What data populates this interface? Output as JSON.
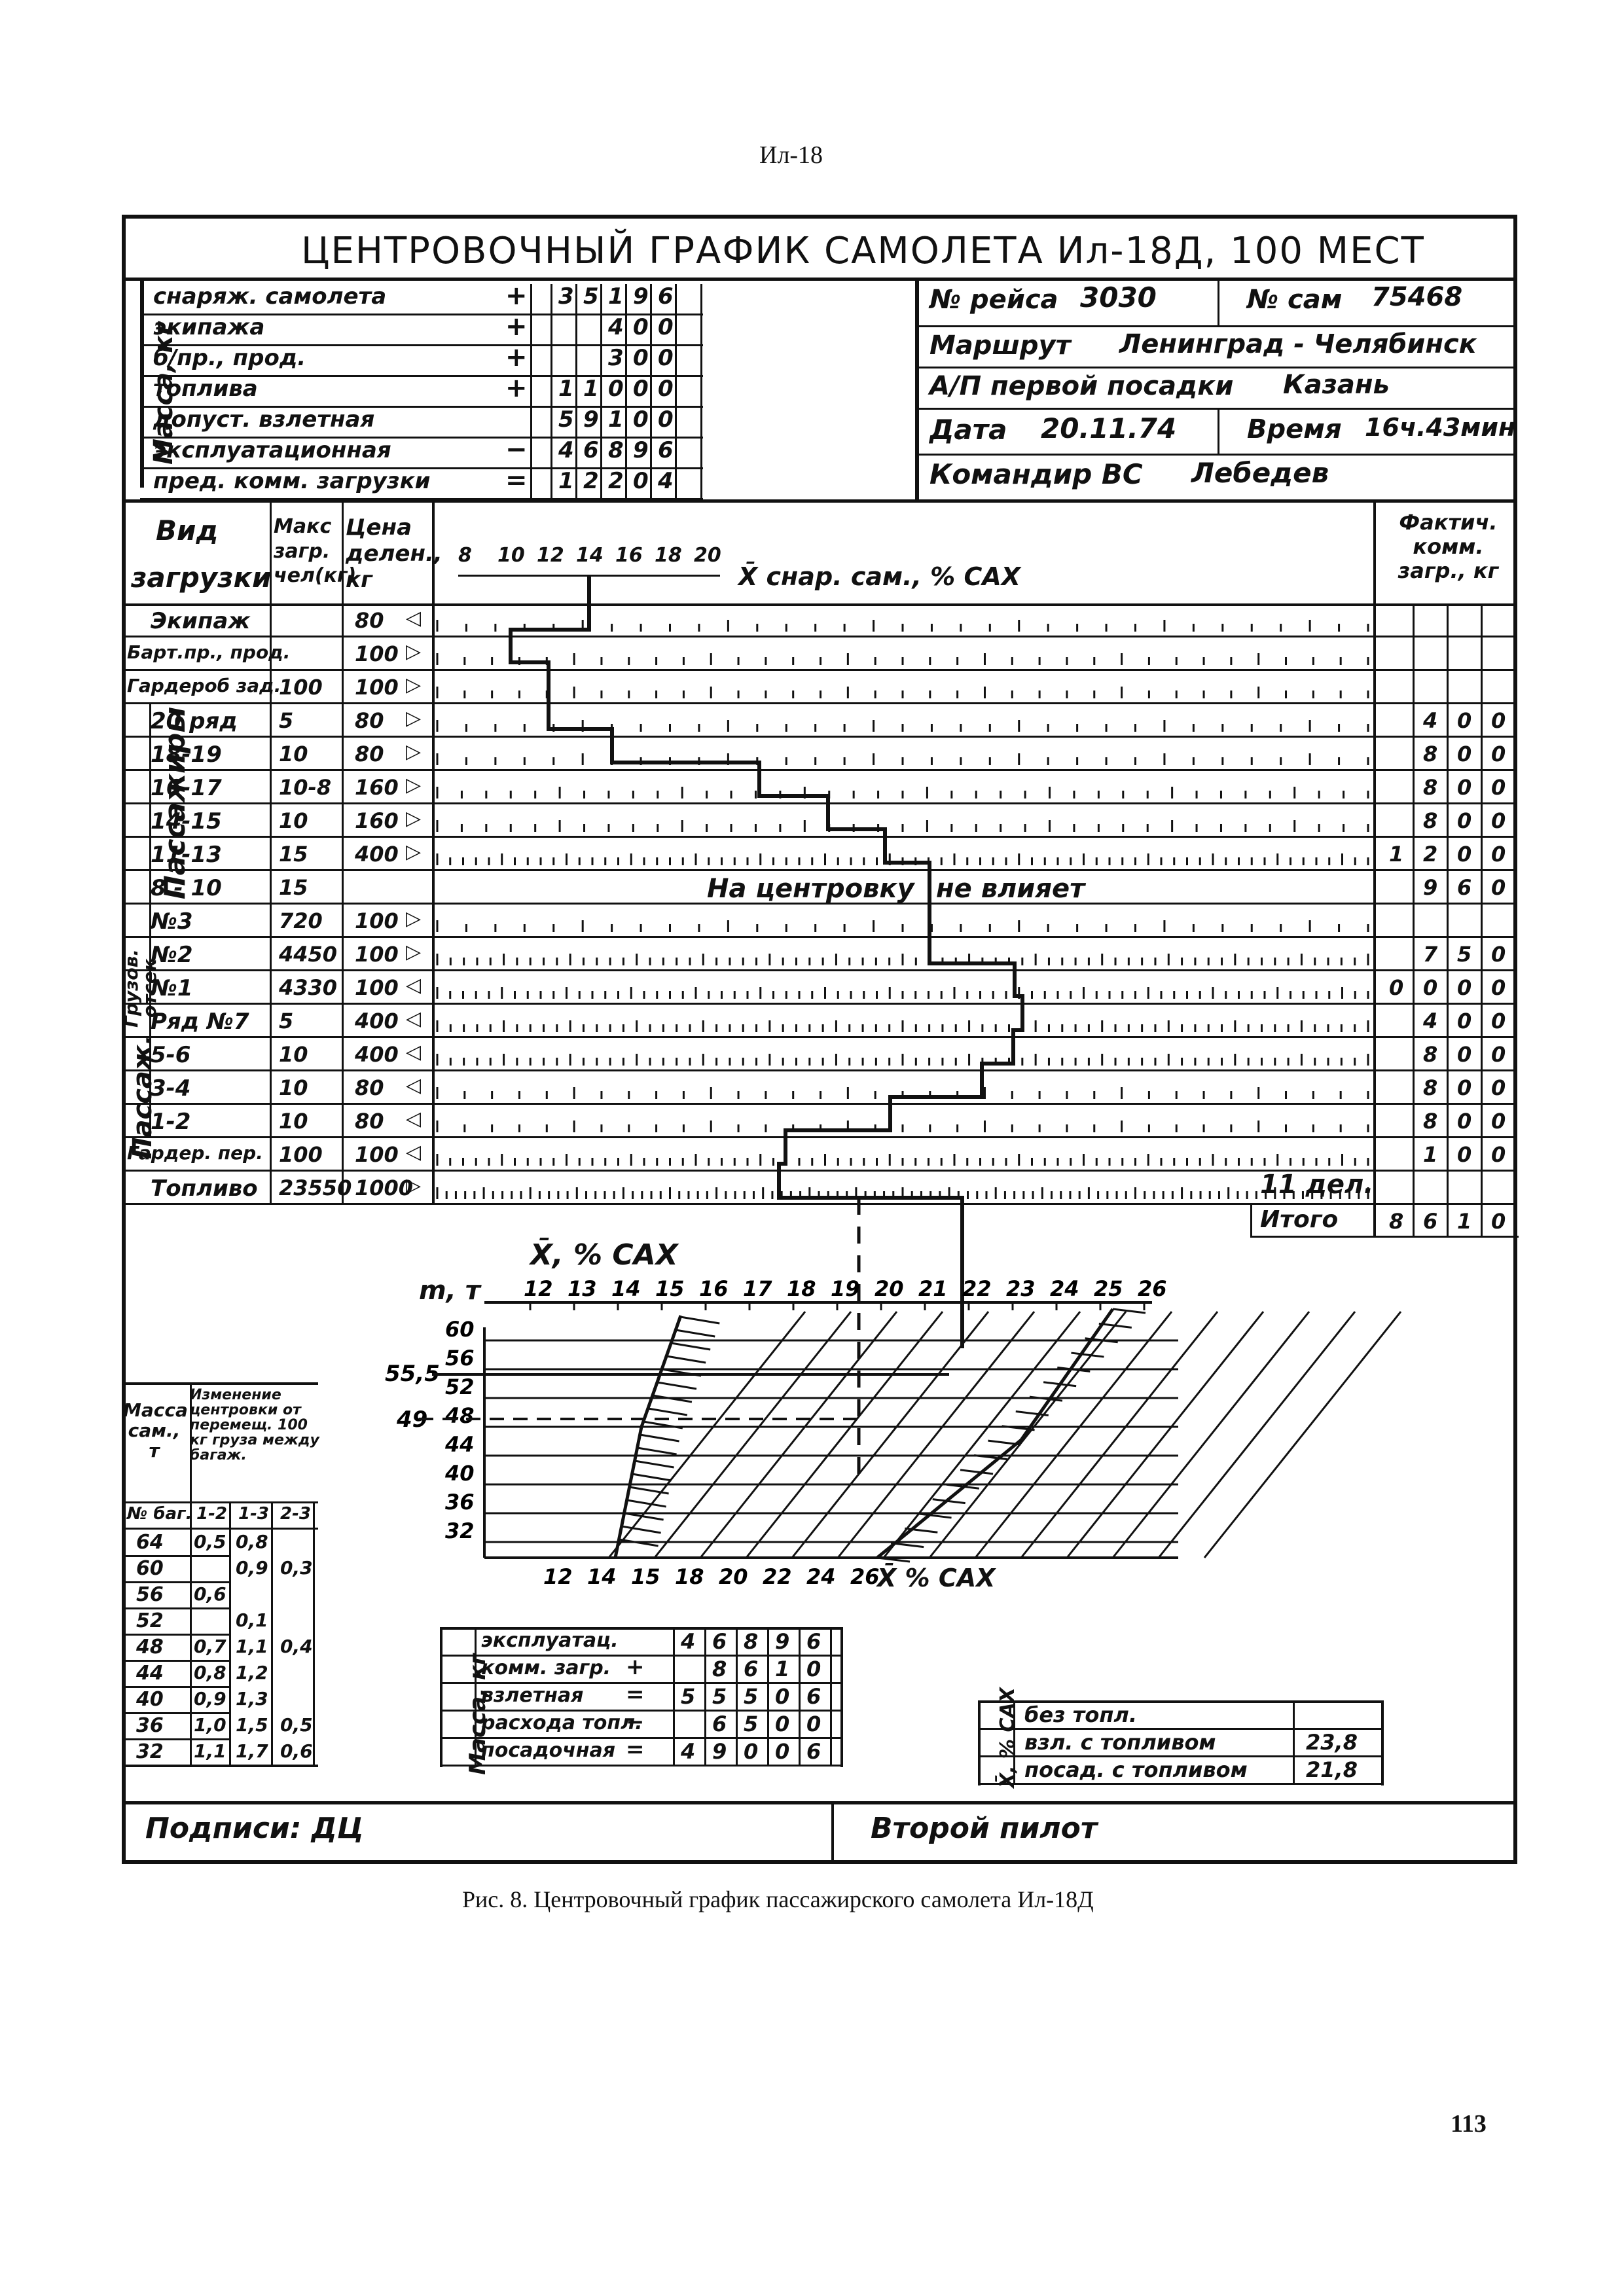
{
  "page_header": "Ил-18",
  "title": "ЦЕНТРОВОЧНЫЙ ГРАФИК САМОЛЕТА Ил-18Д, 100 МЕСТ",
  "mass_block": {
    "side_label": "Масса, кг",
    "rows": [
      {
        "label": "снаряж. самолета",
        "sign": "+",
        "digits": [
          "3",
          "5",
          "1",
          "9",
          "6"
        ]
      },
      {
        "label": "экипажа",
        "sign": "+",
        "digits": [
          "",
          "",
          "4",
          "0",
          "0"
        ]
      },
      {
        "label": "б/пр., прод.",
        "sign": "+",
        "digits": [
          "",
          "",
          "3",
          "0",
          "0"
        ]
      },
      {
        "label": "топлива",
        "sign": "+",
        "digits": [
          "1",
          "1",
          "0",
          "0",
          "0"
        ]
      },
      {
        "label": "допуст. взлетная",
        "sign": "",
        "digits": [
          "5",
          "9",
          "1",
          "0",
          "0"
        ]
      },
      {
        "label": "эксплуатационная",
        "sign": "−",
        "digits": [
          "4",
          "6",
          "8",
          "9",
          "6"
        ]
      },
      {
        "label": "пред. комм. загрузки",
        "sign": "=",
        "digits": [
          "1",
          "2",
          "2",
          "0",
          "4"
        ]
      }
    ]
  },
  "flight_info": {
    "flight_label": "№ рейса",
    "flight_value": "3030",
    "aircraft_label": "№ сам",
    "aircraft_value": "75468",
    "route_label": "Маршрут",
    "route_value": "Ленинград - Челябинск",
    "airport_label": "А/П первой посадки",
    "airport_value": "Казань",
    "date_label": "Дата",
    "date_value": "20.11.74",
    "time_label": "Время",
    "time_value": "16ч.43мин",
    "commander_label": "Командир ВС",
    "commander_value": "Лебедев"
  },
  "load_table": {
    "header_type": "Вид загрузки",
    "header_max": "Макс загр. чел(кг)",
    "header_div": "Цена делен., кг",
    "scale_ticks": [
      "8",
      "10",
      "12",
      "14",
      "16",
      "18",
      "20"
    ],
    "scale_label": "X̄ снар. сам., % САХ",
    "header_fact": "Фактич. комм. загр., кг",
    "passengers_side": "Пассажиры",
    "cargo_side": "Грузов. отсек",
    "rear_pax_side": "Пассаж.",
    "rows": [
      {
        "name": "Экипаж",
        "max": "",
        "div": "80",
        "arrow": "◁",
        "fact": [
          "",
          "",
          "",
          ""
        ]
      },
      {
        "name": "Барт.пр., прод.",
        "max": "",
        "div": "100",
        "arrow": "▷",
        "fact": [
          "",
          "",
          "",
          ""
        ]
      },
      {
        "name": "Гардероб зад.",
        "max": "100",
        "div": "100",
        "arrow": "▷",
        "fact": [
          "",
          "",
          "",
          ""
        ]
      },
      {
        "name": "20 ряд",
        "max": "5",
        "div": "80",
        "arrow": "▷",
        "fact": [
          "",
          "4",
          "0",
          "0"
        ]
      },
      {
        "name": "18-19",
        "max": "10",
        "div": "80",
        "arrow": "▷",
        "fact": [
          "",
          "8",
          "0",
          "0"
        ]
      },
      {
        "name": "16-17",
        "max": "10-8",
        "div": "160",
        "arrow": "▷",
        "fact": [
          "",
          "8",
          "0",
          "0"
        ]
      },
      {
        "name": "14-15",
        "max": "10",
        "div": "160",
        "arrow": "▷",
        "fact": [
          "",
          "8",
          "0",
          "0"
        ]
      },
      {
        "name": "11-13",
        "max": "15",
        "div": "400",
        "arrow": "▷",
        "fact": [
          "1",
          "2",
          "0",
          "0"
        ]
      },
      {
        "name": "8 - 10",
        "max": "15",
        "div": "",
        "arrow": "",
        "fact": [
          "",
          "9",
          "6",
          "0"
        ]
      },
      {
        "name": "№3",
        "max": "720",
        "div": "100",
        "arrow": "▷",
        "fact": [
          "",
          "",
          "",
          ""
        ]
      },
      {
        "name": "№2",
        "max": "4450",
        "div": "100",
        "arrow": "▷",
        "fact": [
          "",
          "7",
          "5",
          "0"
        ]
      },
      {
        "name": "№1",
        "max": "4330",
        "div": "100",
        "arrow": "◁",
        "fact": [
          "0",
          "0",
          "0",
          "0"
        ]
      },
      {
        "name": "Ряд №7",
        "max": "5",
        "div": "400",
        "arrow": "◁",
        "fact": [
          "",
          "4",
          "0",
          "0"
        ]
      },
      {
        "name": "5-6",
        "max": "10",
        "div": "400",
        "arrow": "◁",
        "fact": [
          "",
          "8",
          "0",
          "0"
        ]
      },
      {
        "name": "3-4",
        "max": "10",
        "div": "80",
        "arrow": "◁",
        "fact": [
          "",
          "8",
          "0",
          "0"
        ]
      },
      {
        "name": "1-2",
        "max": "10",
        "div": "80",
        "arrow": "◁",
        "fact": [
          "",
          "8",
          "0",
          "0"
        ]
      },
      {
        "name": "Гардер. пер.",
        "max": "100",
        "div": "100",
        "arrow": "◁",
        "fact": [
          "",
          "1",
          "0",
          "0"
        ]
      },
      {
        "name": "Топливо",
        "max": "23550",
        "div": "1000",
        "arrow": "▷",
        "fact": [
          "",
          "",
          "",
          ""
        ]
      }
    ],
    "no_effect_left": "На центровку",
    "no_effect_right": "не влияет",
    "fuel_note": "11 дел.",
    "total_label": "Итого",
    "total_digits": [
      "8",
      "6",
      "1",
      "0"
    ]
  },
  "cg_chart": {
    "top_axis_label": "X̄, % САХ",
    "top_ticks": [
      "12",
      "13",
      "14",
      "15",
      "16",
      "17",
      "18",
      "19",
      "20",
      "21",
      "22",
      "23",
      "24",
      "25",
      "26"
    ],
    "left_axis_label": "m, т",
    "left_ticks": [
      "60",
      "56",
      "52",
      "48",
      "44",
      "40",
      "36",
      "32"
    ],
    "left_marks": [
      "55,5",
      "49"
    ],
    "bottom_ticks": [
      "12",
      "14",
      "15",
      "18",
      "20",
      "22",
      "24",
      "26"
    ],
    "bottom_axis_label": "X̄ % САХ"
  },
  "shift_table": {
    "col1": "Масса сам., т",
    "col2": "Изменение центровки от перемещ. 100 кг груза между багаж.",
    "sub_no": "№ баг.",
    "sub_cols": [
      "1-2",
      "1-3",
      "2-3"
    ],
    "rows": [
      {
        "m": "64",
        "a": "0,5",
        "b": "0,8",
        "c": ""
      },
      {
        "m": "60",
        "a": "",
        "b": "0,9",
        "c": "0,3"
      },
      {
        "m": "56",
        "a": "0,6",
        "b": "",
        "c": ""
      },
      {
        "m": "52",
        "a": "",
        "b": "0,1",
        "c": ""
      },
      {
        "m": "48",
        "a": "0,7",
        "b": "1,1",
        "c": "0,4"
      },
      {
        "m": "44",
        "a": "0,8",
        "b": "1,2",
        "c": ""
      },
      {
        "m": "40",
        "a": "0,9",
        "b": "1,3",
        "c": ""
      },
      {
        "m": "36",
        "a": "1,0",
        "b": "1,5",
        "c": "0,5"
      },
      {
        "m": "32",
        "a": "1,1",
        "b": "1,7",
        "c": "0,6"
      }
    ]
  },
  "summary_table": {
    "side": "Масса, кг",
    "rows": [
      {
        "label": "эксплуатац.",
        "sign": "",
        "digits": [
          "4",
          "6",
          "8",
          "9",
          "6"
        ]
      },
      {
        "label": "комм. загр.",
        "sign": "+",
        "digits": [
          "",
          "8",
          "6",
          "1",
          "0"
        ]
      },
      {
        "label": "взлетная",
        "sign": "=",
        "digits": [
          "5",
          "5",
          "5",
          "0",
          "6"
        ]
      },
      {
        "label": "расхода топл.",
        "sign": "−",
        "digits": [
          "",
          "6",
          "5",
          "0",
          "0"
        ]
      },
      {
        "label": "посадочная",
        "sign": "=",
        "digits": [
          "4",
          "9",
          "0",
          "0",
          "6"
        ]
      }
    ]
  },
  "cg_summary": {
    "side": "X̄, % САХ",
    "rows": [
      {
        "label": "без топл.",
        "value": ""
      },
      {
        "label": "взл. с топливом",
        "value": "23,8"
      },
      {
        "label": "посад. с топливом",
        "value": "21,8"
      }
    ]
  },
  "signatures": {
    "left": "Подписи: ДЦ",
    "right": "Второй пилот"
  },
  "caption": "Рис. 8. Центровочный график пассажирского самолета Ил-18Д",
  "page_number": "113"
}
